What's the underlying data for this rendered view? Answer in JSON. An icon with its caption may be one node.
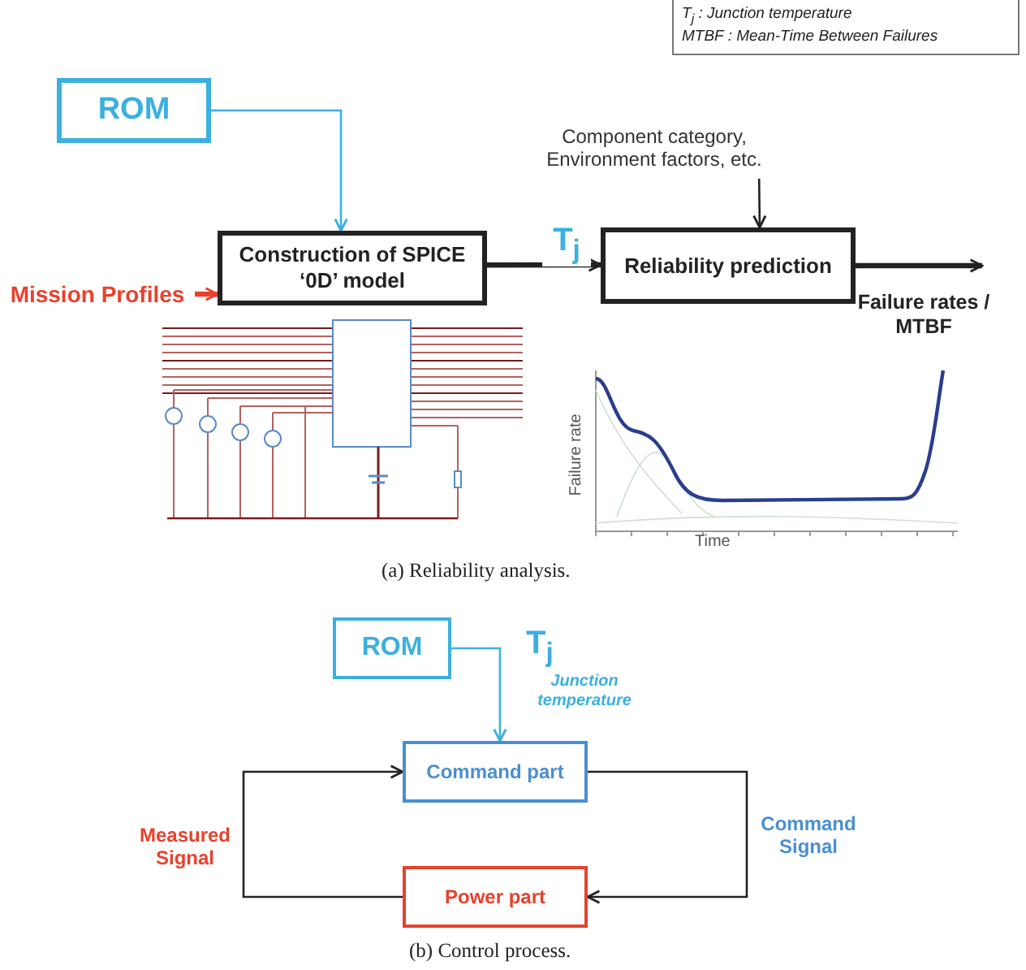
{
  "diagram": {
    "nodes": [
      {
        "text": [
          "ROM"
        ]
      },
      {
        "text": [
          "Mission Profiles"
        ]
      },
      {
        "text": [
          "Construction of SPICE ‘0D’ model"
        ]
      },
      {
        "text": [
          "Component category, Environment factors, etc."
        ]
      },
      {
        "text": [
          "Reliability prediction"
        ]
      },
      {
        "text": [
          "ROM"
        ]
      },
      {
        "text": [
          "Command part"
        ]
      },
      {
        "text": [
          "Power part"
        ]
      },
      {
        "text": [
          "Failure rates / MTBF"
        ]
      }
    ],
    "edges": [
      {
        "from": 0,
        "to": 2,
        "arrow": "to",
        "color": "#3bb0e0"
      },
      {
        "from": 1,
        "to": 2,
        "arrow": "to",
        "style": "thick",
        "color": "#e8412c"
      },
      {
        "from": 2,
        "to": 4,
        "arrow": "to",
        "style": "thick",
        "label": "T$_{j}$"
      },
      {
        "from": 3,
        "to": 4,
        "arrow": "to"
      },
      {
        "from": 4,
        "to": 8,
        "arrow": "to",
        "style": "thick"
      },
      {
        "from": 5,
        "to": 6,
        "arrow": "to",
        "color": "#3bb0e0"
      },
      {
        "from": 6,
        "to": 7,
        "arrow": "to",
        "label": "Command Signal"
      },
      {
        "from": 7,
        "to": 6,
        "arrow": "to",
        "label": "Measured Signal"
      }
    ],
    "labels": [
      "T$_{j}$ : Junction temperature",
      "MTBF : Mean-Time Between Failures",
      "Failure rate",
      "Time",
      "(a) Reliability analysis.",
      "T$_{j}$",
      "Junction temperature",
      "(b) Control process."
    ]
  }
}
